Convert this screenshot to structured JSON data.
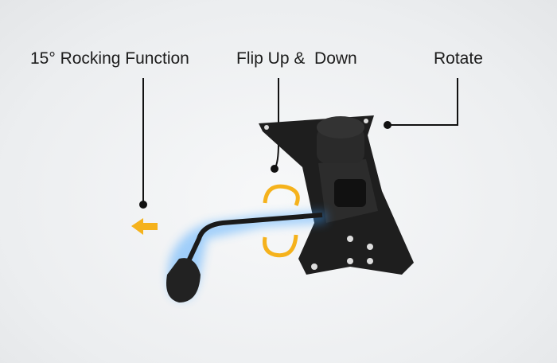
{
  "callouts": {
    "rocking": "15° Rocking Function",
    "flip": "Flip Up &  Down",
    "rotate": "Rotate"
  },
  "colors": {
    "arrow": "#f5b21c",
    "glow": "#3aa0ff",
    "metal": "#1e1e1e"
  }
}
